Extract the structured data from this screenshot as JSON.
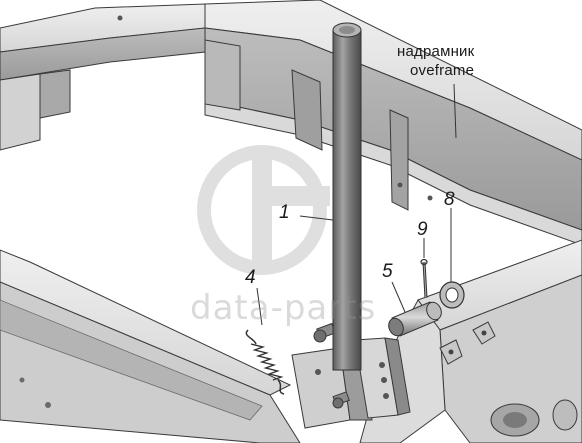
{
  "caption": {
    "line1": "надрамник",
    "line2": "oveframe"
  },
  "callouts": [
    {
      "id": "1",
      "label": "1"
    },
    {
      "id": "4",
      "label": "4"
    },
    {
      "id": "5",
      "label": "5"
    },
    {
      "id": "8",
      "label": "8"
    },
    {
      "id": "9",
      "label": "9"
    }
  ],
  "watermark": {
    "text": "data-parts"
  },
  "colors": {
    "metal_light": "#e6e6e6",
    "metal_mid": "#c8c8c8",
    "metal_dark": "#8f8f8f",
    "pin": "#7d7d7d",
    "outline": "#3a3a3a"
  }
}
